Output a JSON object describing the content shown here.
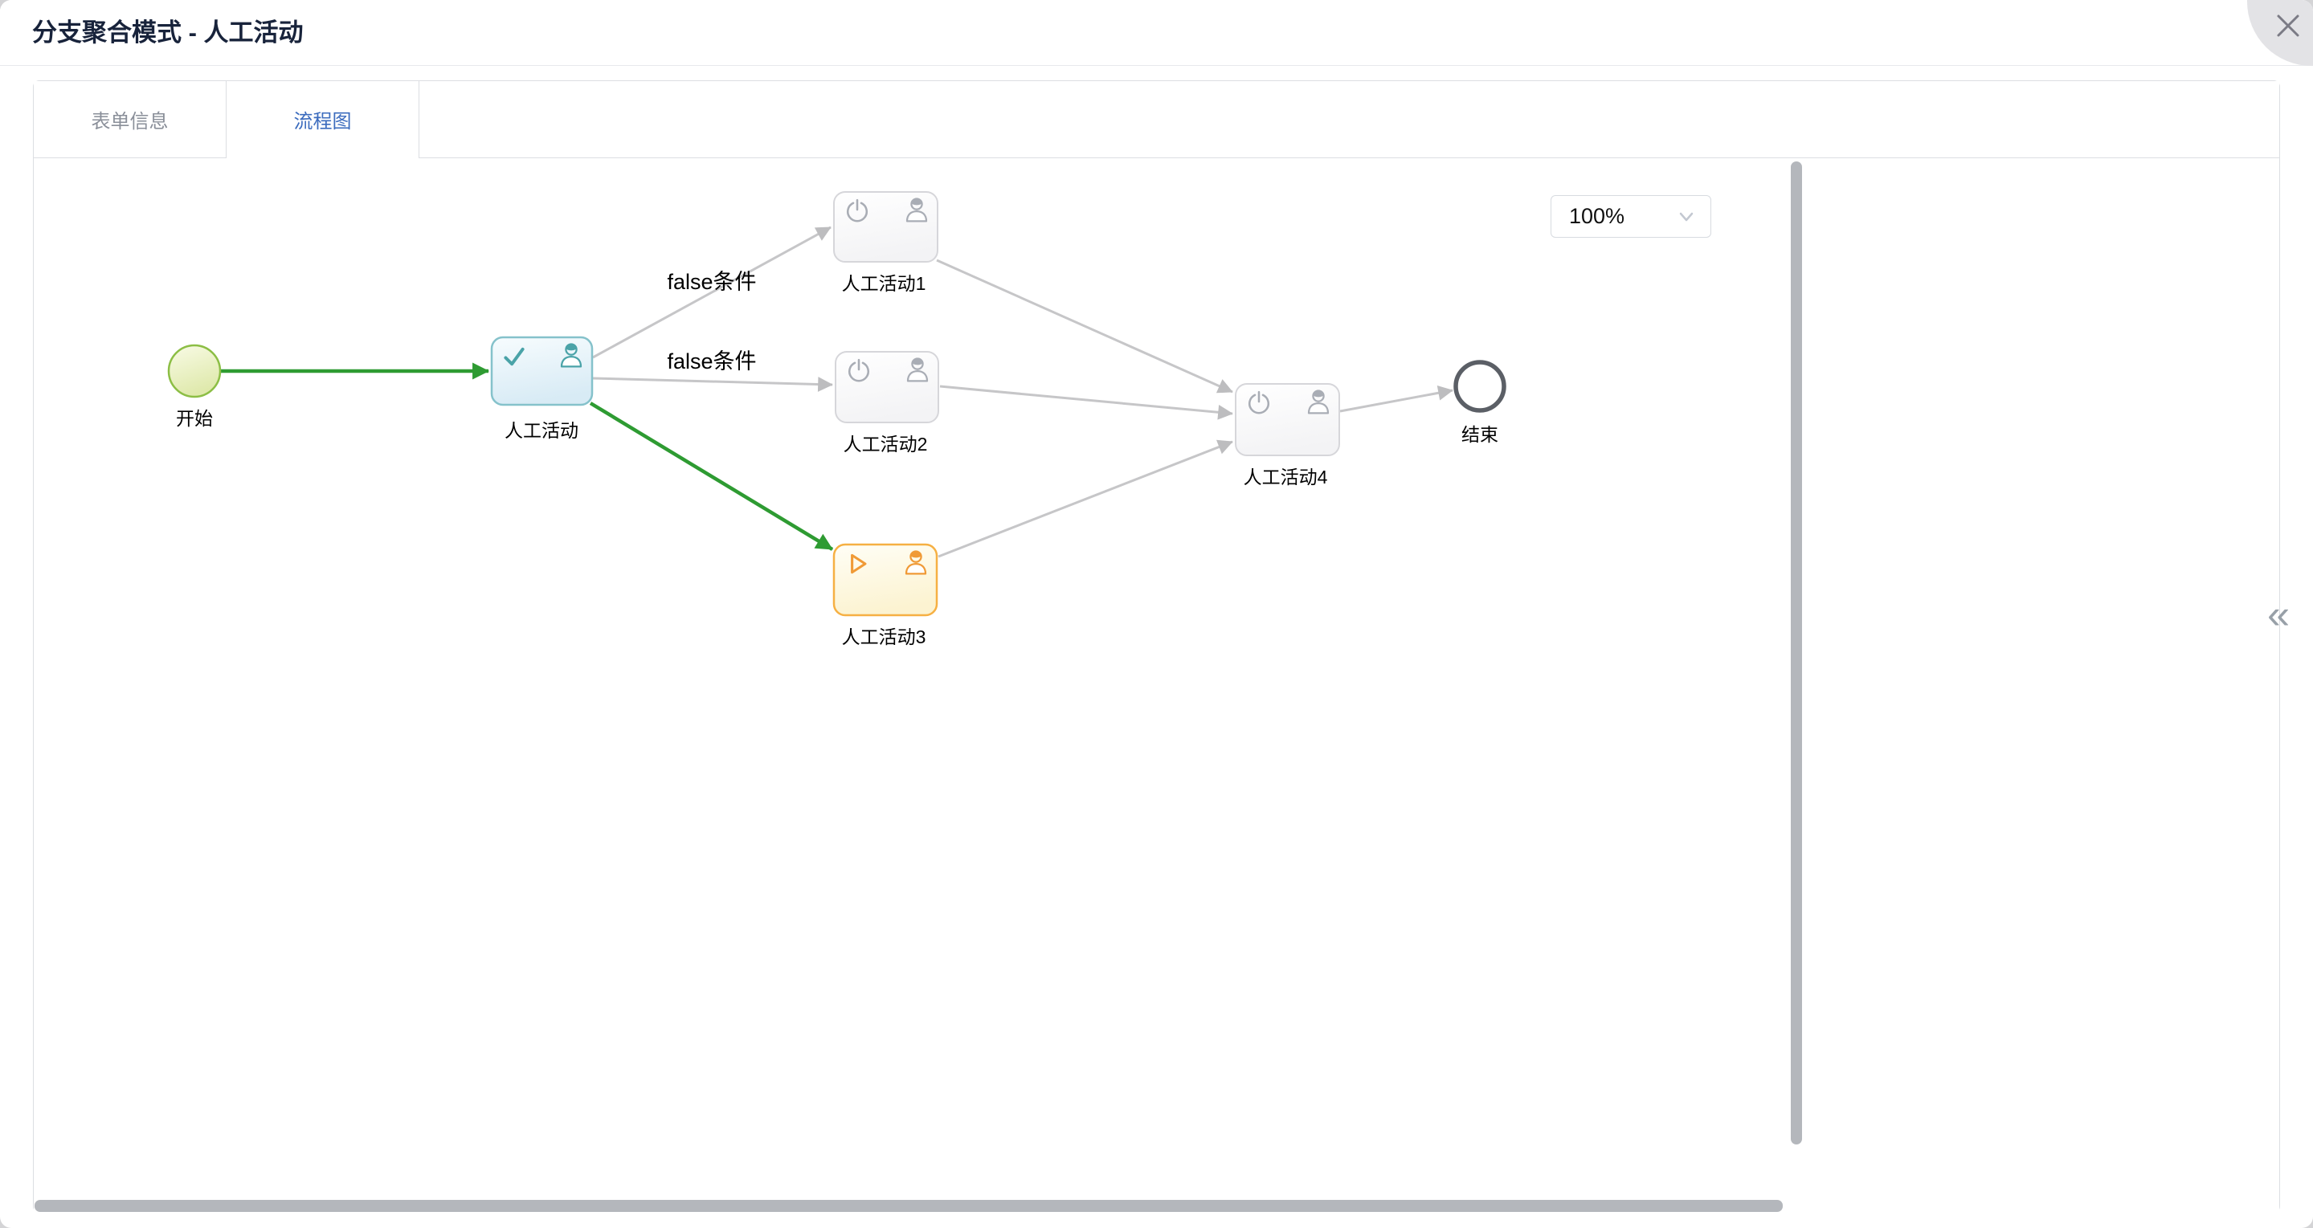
{
  "dialog": {
    "title": "分支聚合模式 - 人工活动"
  },
  "tabs": {
    "form": "表单信息",
    "flow": "流程图"
  },
  "toolbar": {
    "zoom_value": "100%"
  },
  "diagram": {
    "node_labels": {
      "start": "开始",
      "task": "人工活动",
      "task1": "人工活动1",
      "task2": "人工活动2",
      "task3": "人工活动3",
      "task4": "人工活动4",
      "end": "结束"
    },
    "edge_labels": {
      "cond_task1": "false条件",
      "cond_task2": "false条件"
    },
    "node_statuses": {
      "task": "completed-current",
      "task1": "not-reached",
      "task2": "not-reached",
      "task3": "in-progress",
      "task4": "not-reached"
    }
  },
  "panel": {
    "collapse_glyph": "«"
  },
  "icons": {
    "close": "close-x",
    "zoom_dropdown": "chevron-down",
    "collapse": "double-chevron-left",
    "task_done": "check",
    "task_waiting": "power",
    "task_running": "play",
    "assignee": "person"
  },
  "colors": {
    "accent_blue": "#3c6cbe",
    "done_green": "#2e9b32",
    "active_orange": "#f6b043",
    "current_teal": "#85c2cb",
    "edge_gray": "#c6c6c8",
    "start_green": "#8cbe45"
  }
}
